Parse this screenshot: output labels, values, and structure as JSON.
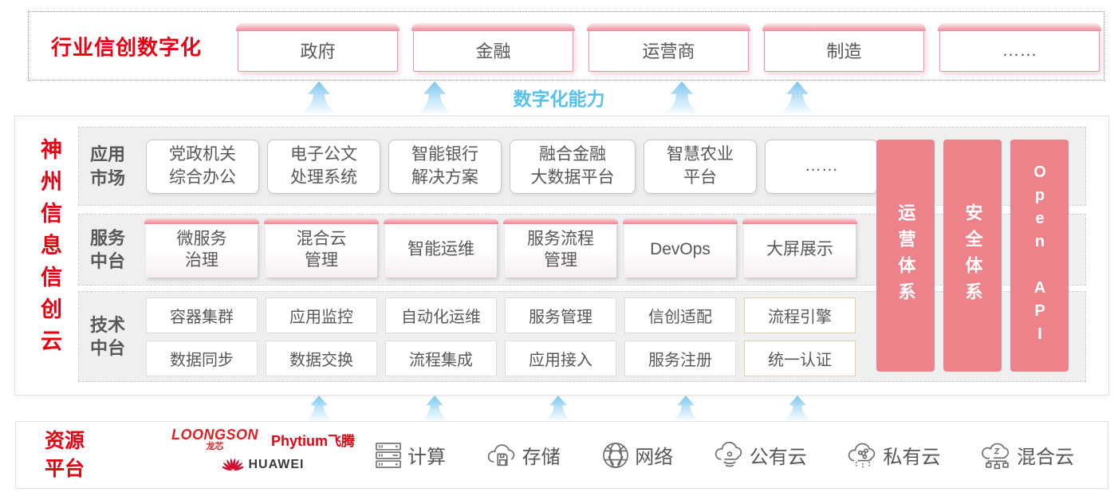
{
  "banner": {
    "title": "行业信创数字化",
    "industries": [
      "政府",
      "金融",
      "运营商",
      "制造",
      "……"
    ]
  },
  "capability": {
    "label": "数字化能力"
  },
  "platform": {
    "title": "神州信息信创云",
    "app_market": {
      "label": "应用\n市场",
      "items": [
        "党政机关\n综合办公",
        "电子公文\n处理系统",
        "智能银行\n解决方案",
        "融合金融\n大数据平台",
        "智慧农业\n平台",
        "……"
      ]
    },
    "service": {
      "label": "服务\n中台",
      "items": [
        "微服务\n治理",
        "混合云\n管理",
        "智能运维",
        "服务流程\n管理",
        "DevOps",
        "大屏展示"
      ]
    },
    "tech": {
      "label": "技术\n中台",
      "items": [
        "容器集群",
        "应用监控",
        "自动化运维",
        "服务管理",
        "信创适配",
        "流程引擎",
        "数据同步",
        "数据交换",
        "流程集成",
        "应用接入",
        "服务注册",
        "统一认证"
      ]
    },
    "pillars": [
      "运营体系",
      "安全体系",
      "Open API"
    ]
  },
  "resource": {
    "label": "资源\n平台",
    "vendors": {
      "loongson": "LOONGSON",
      "loongson_cn": "龙芯",
      "phytium": "Phytium",
      "phytium_cn": "飞腾",
      "huawei": "HUAWEI"
    },
    "items": [
      {
        "icon": "compute-icon",
        "label": "计算"
      },
      {
        "icon": "storage-icon",
        "label": "存储"
      },
      {
        "icon": "network-icon",
        "label": "网络"
      },
      {
        "icon": "public-cloud-icon",
        "label": "公有云"
      },
      {
        "icon": "private-cloud-icon",
        "label": "私有云"
      },
      {
        "icon": "hybrid-cloud-icon",
        "label": "混合云"
      }
    ]
  },
  "colors": {
    "accent_red": "#e60012",
    "pillar_pink": "#ed828a",
    "arrow_blue": "#56c1f1",
    "box_text_gray": "#595757"
  }
}
